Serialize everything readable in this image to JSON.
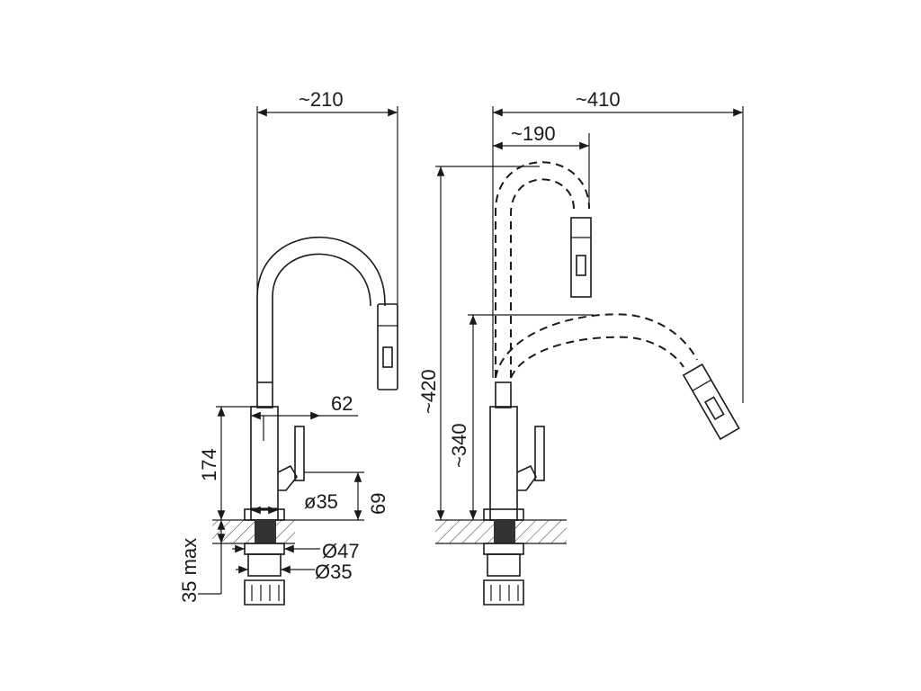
{
  "left_view": {
    "width_label": "~210",
    "lever_offset_label": "62",
    "height_label": "174",
    "lever_height_label": "69",
    "body_diameter_label": "ø35",
    "thread_outer_label": "Ø47",
    "thread_inner_label": "Ø35",
    "countertop_label": "35 max"
  },
  "right_view": {
    "reach_label": "~410",
    "reach_up_label": "~190",
    "height_up_label": "~420",
    "height_down_label": "~340"
  }
}
